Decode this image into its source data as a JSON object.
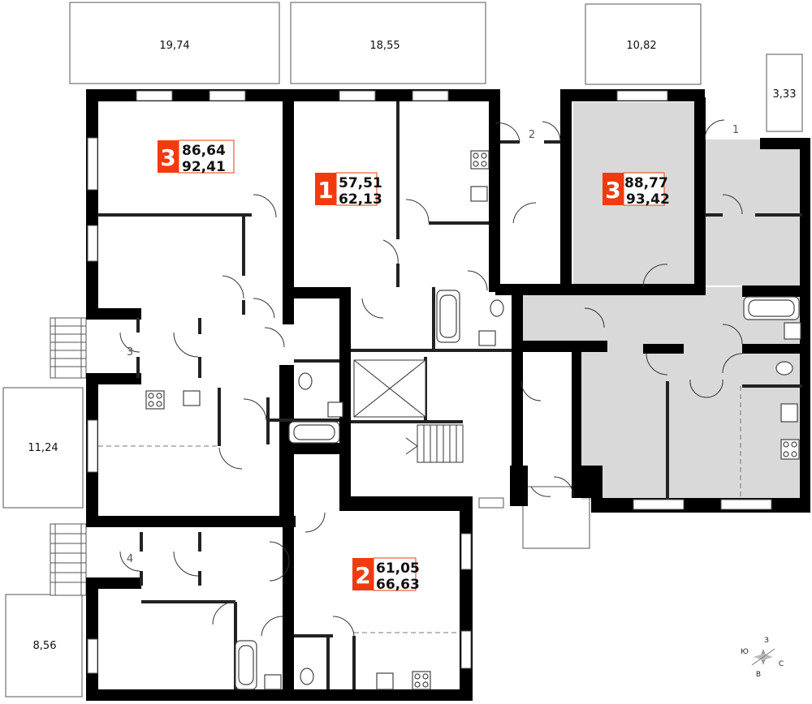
{
  "colors": {
    "wall": "#000000",
    "badge": "#f23a0f",
    "highlight": "#d9d9d9",
    "fixture": "#444444"
  },
  "apartments": [
    {
      "rooms": "3",
      "living_area": "86,64",
      "total_area": "92,41",
      "highlighted": false
    },
    {
      "rooms": "1",
      "living_area": "57,51",
      "total_area": "62,13",
      "highlighted": false
    },
    {
      "rooms": "3",
      "living_area": "88,77",
      "total_area": "93,42",
      "highlighted": true
    },
    {
      "rooms": "2",
      "living_area": "61,05",
      "total_area": "66,63",
      "highlighted": false
    }
  ],
  "balconies": [
    "19,74",
    "18,55",
    "10,82",
    "3,33",
    "11,24",
    "8,56"
  ],
  "entrances": [
    "1",
    "2",
    "3",
    "4"
  ],
  "compass": {
    "north": "З",
    "west": "Ю",
    "east": "С",
    "south": "В"
  }
}
